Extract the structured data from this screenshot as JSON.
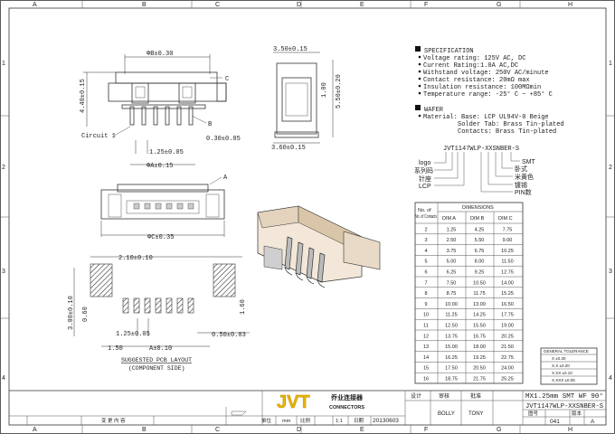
{
  "frame": {
    "columns": [
      "A",
      "B",
      "C",
      "D",
      "E",
      "F",
      "G",
      "H"
    ],
    "rows": [
      "1",
      "2",
      "3",
      "4"
    ]
  },
  "dims": {
    "b030": "ΦB±0.30",
    "a4_40": "4.40±0.15",
    "b_marker": "B",
    "c_marker": "C",
    "circuit1": "Circuit 1",
    "pitch": "1.25±0.05",
    "pin": "0.30±0.05",
    "a015": "ΦA±0.15",
    "top_a": "A",
    "c035": "ΦC±0.35",
    "side_w": "3.50±0.15",
    "side_h": "5.50±0.20",
    "side_1": "1.00",
    "side_bottom": "3.60±0.15",
    "pcb_tab": "2.10±0.10",
    "pcb_h": "3.00±0.10",
    "pcb_060": "0.60",
    "pcb_pitch": "1.25±0.05",
    "pcb_tab_h": "1.60",
    "pcb_050": "0.50±0.03",
    "pcb_150": "1.50",
    "pcb_a010": "A±0.10"
  },
  "pcb_caption": [
    "SUGGESTED PCB LAYOUT",
    "(COMPONENT SIDE)"
  ],
  "spec": {
    "title": "SPECIFICATION",
    "lines": [
      "Voltage rating: 125V AC, DC",
      "Current Rating:1.0A AC,DC",
      "Withstand voltage: 250V AC/minute",
      "Contact resistance: 20mΩ max",
      "Insulation resistance: 100MΩmin",
      "Temperature range: -25° C ~ +85° C"
    ]
  },
  "wafer": {
    "title": "WAFER",
    "lines": [
      "Material: Base: LCP UL94V-0 Beige",
      "Solder Tab: Brass Tin-plated",
      "Contacts: Brass Tin-plated"
    ]
  },
  "partcode": {
    "code": "JVT1147WLP-XXSNBER-S",
    "left": [
      "logo",
      "系列码",
      "针座",
      "LCP"
    ],
    "right": [
      "SMT",
      "卧式",
      "米黄色",
      "镀锡",
      "PIN数"
    ]
  },
  "dim_table": {
    "header_no": "No. of Contacts",
    "header_dims": "DIMENSIONS",
    "columns": [
      "DIM A",
      "DIM B",
      "DIM C"
    ],
    "rows": [
      [
        "2",
        "1.25",
        "4.25",
        "7.75"
      ],
      [
        "3",
        "2.50",
        "5.50",
        "9.00"
      ],
      [
        "4",
        "3.75",
        "6.75",
        "10.25"
      ],
      [
        "5",
        "5.00",
        "8.00",
        "11.50"
      ],
      [
        "6",
        "6.25",
        "9.25",
        "12.75"
      ],
      [
        "7",
        "7.50",
        "10.50",
        "14.00"
      ],
      [
        "8",
        "8.75",
        "11.75",
        "15.25"
      ],
      [
        "9",
        "10.00",
        "13.00",
        "16.50"
      ],
      [
        "10",
        "11.25",
        "14.25",
        "17.75"
      ],
      [
        "11",
        "12.50",
        "15.50",
        "19.00"
      ],
      [
        "12",
        "13.75",
        "16.75",
        "20.25"
      ],
      [
        "13",
        "15.00",
        "18.00",
        "21.50"
      ],
      [
        "14",
        "16.25",
        "19.25",
        "22.75"
      ],
      [
        "15",
        "17.50",
        "20.50",
        "24.00"
      ],
      [
        "16",
        "18.75",
        "21.75",
        "25.25"
      ]
    ]
  },
  "tolerance": {
    "title": "GENERAL TOLERANCE",
    "rows": [
      "X   ±0.30",
      "X.X  ±0.20",
      "X.XX  ±0.10",
      "X.XXX  ±0.05"
    ]
  },
  "title_block": {
    "logo": "JVT",
    "logo_cn": "乔业连接器",
    "logo_en": "CONNECTORS",
    "design": "设计",
    "check": "审核",
    "approve": "批准",
    "designer": "BOLLY",
    "approver": "TONY",
    "title": "MX1.25mm SMT WF 90°",
    "part": "JVT1147WLP-XXSNBER-S",
    "drawing_no_label": "图号",
    "version_label": "版本",
    "drawing_no": "041",
    "version": "A",
    "unit_label": "单位",
    "unit": "mm",
    "scale_label": "比例",
    "scale": "1:1",
    "date_label": "日期",
    "date": "20130603",
    "rev_label": "变  更  内  容"
  }
}
